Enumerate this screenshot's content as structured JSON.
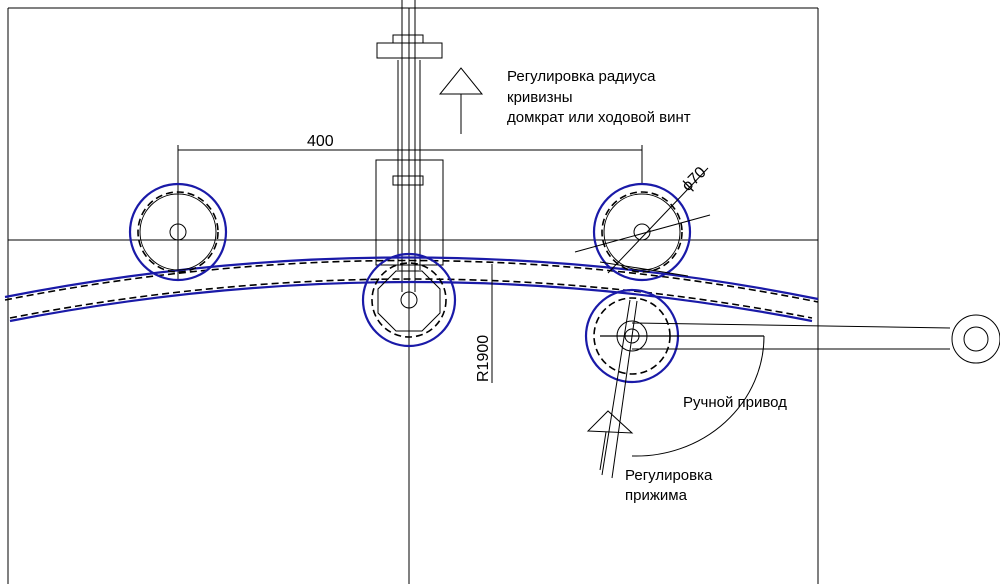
{
  "labels": {
    "adjust_radius_line1": "Регулировка радиуса",
    "adjust_radius_line2": "кривизны",
    "adjust_radius_line3": "домкрат или ходовой винт",
    "manual_drive": "Ручной привод",
    "adjust_pressure_line1": "Регулировка",
    "adjust_pressure_line2": "прижима"
  },
  "dimensions": {
    "roller_spacing": "400",
    "roller_diameter": "ϕ70",
    "bend_radius": "R1900"
  },
  "colors": {
    "line": "#000000",
    "blue": "#1a1aa8",
    "background": "#ffffff"
  }
}
